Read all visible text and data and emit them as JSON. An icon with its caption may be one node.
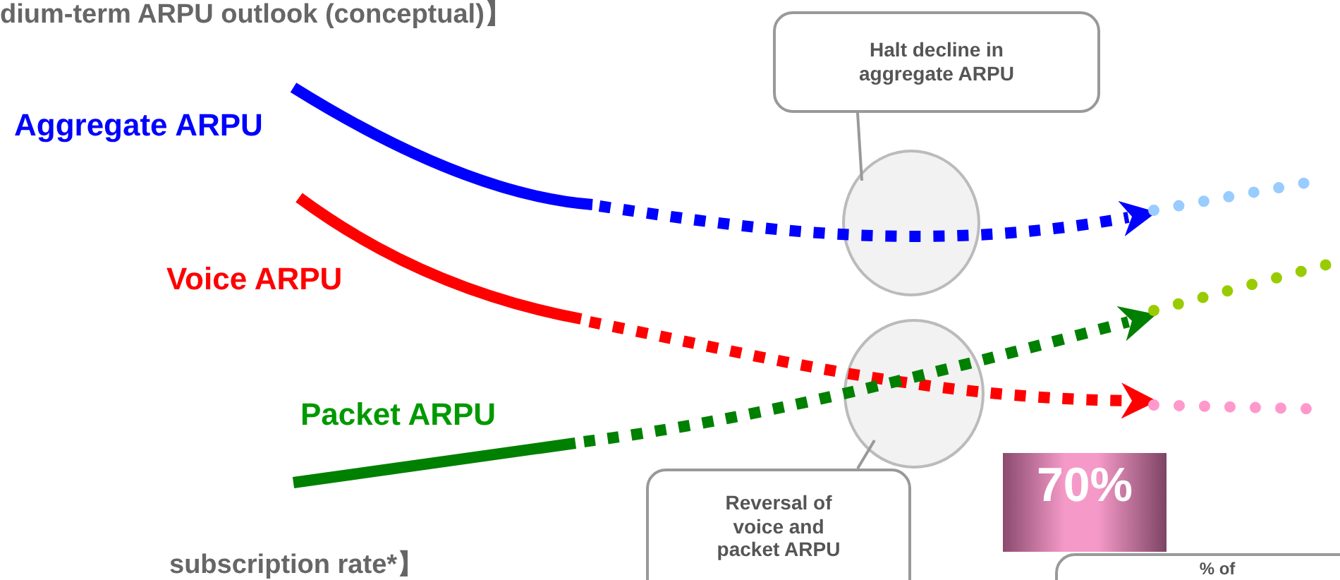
{
  "diagram": {
    "title": "dium-term ARPU outlook (conceptual)】",
    "nodes": [
      {
        "text": [
          "Halt decline in aggregate ARPU"
        ]
      },
      {
        "text": [],
        "shape": "circle"
      },
      {
        "text": [],
        "shape": "circle"
      },
      {
        "text": [
          "Reversal of voice and packet ARPU"
        ]
      },
      {
        "text": [
          "70%"
        ]
      },
      {
        "text": [
          "% of"
        ]
      }
    ],
    "edges": [
      {
        "from": 0,
        "to": 1,
        "arrow": "none"
      },
      {
        "from": 3,
        "to": 2,
        "arrow": "none"
      }
    ],
    "labels": [
      "Aggregate ARPU",
      "Voice ARPU",
      "Packet ARPU",
      "subscription rate*】"
    ]
  }
}
